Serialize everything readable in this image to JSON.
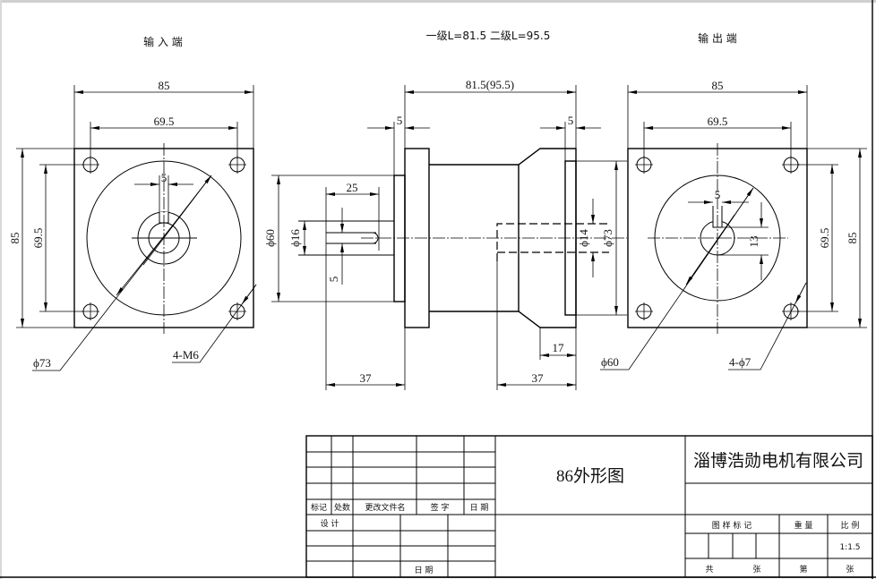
{
  "views": {
    "input_end": {
      "label": "输 入 端",
      "width_dim": "85",
      "hole_spacing_dim": "69.5",
      "height_dim": "85",
      "hole_spacing_v_dim": "69.5",
      "key_width_dim": "5",
      "pilot_dia_dim": "ϕ73",
      "thread_dim": "4-M6"
    },
    "side": {
      "length_note": "一级L=81.5  二级L=95.5",
      "length_dim": "81.5(95.5)",
      "left_flange_dim": "5",
      "right_flange_dim": "5",
      "input_dia_dim": "ϕ60",
      "bore_dia_dim": "ϕ16",
      "key_len_dim": "25",
      "key_w_dim": "5",
      "input_depth_dim": "37",
      "output_shaft_dim": "ϕ14",
      "output_pilot_dim": "ϕ73",
      "output_step_dim": "17",
      "output_len_dim": "37"
    },
    "output_end": {
      "label": "输 出 端",
      "width_dim": "85",
      "hole_spacing_dim": "69.5",
      "height_dim": "85",
      "hole_spacing_v_dim": "69.5",
      "key_width_dim": "5",
      "key_height_dim": "13",
      "pilot_dia_dim": "ϕ60",
      "hole_dim": "4-ϕ7"
    }
  },
  "title_block": {
    "headers": [
      "标记",
      "处数",
      "更改文件名",
      "签  字",
      "日 期"
    ],
    "design_label": "设  计",
    "date_label": "日  期",
    "drawing_name": "86外形图",
    "company": "淄博浩勋电机有限公司",
    "sample_mark_label": "图 样 标 记",
    "weight_label": "重  量",
    "scale_label": "比 例",
    "scale_value": "1:1.5",
    "total_label": "共",
    "sheet_label": "张",
    "page_label": "第",
    "sheet_label_2": "张"
  }
}
